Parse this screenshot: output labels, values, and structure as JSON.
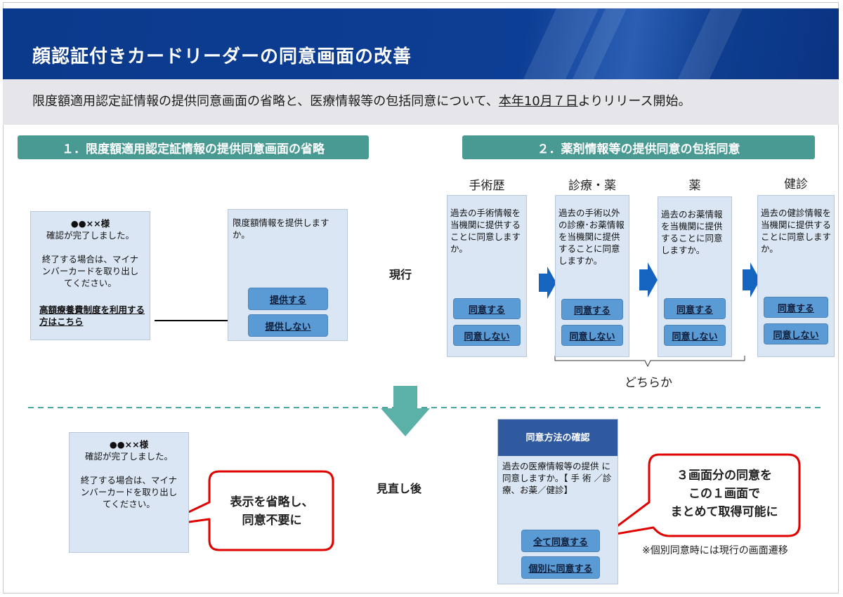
{
  "title": "顔認証付きカードリーダーの同意画面の改善",
  "subtitle": {
    "prefix": "限度額適用認定証情報の提供同意画面の省略と、医療情報等の包括同意について、",
    "date": "本年10月７日",
    "suffix": "よりリリース開始。"
  },
  "section1": {
    "label": "１．限度額適用認定証情報の提供同意画面の省略",
    "current_screen": {
      "name": "●●××様",
      "line1": "確認が完了しました。",
      "line2": "終了する場合は、マイナンバーカードを取り出してください。",
      "link": "高額療養費制度を利用する方はこちら"
    },
    "limit_screen": {
      "text": "限度額情報を提供しますか。",
      "provide": "提供する",
      "no_provide": "提供しない"
    }
  },
  "section2": {
    "label": "２．薬剤情報等の提供同意の包括同意",
    "columns": [
      {
        "head": "手術歴",
        "text": "過去の手術情報を当機関に提供することに同意しますか。"
      },
      {
        "head": "診療・薬",
        "text": "過去の手術以外の診療･お薬情報を当機関に提供することに同意しますか。"
      },
      {
        "head": "薬",
        "text": "過去のお薬情報を当機関に提供することに同意しますか。"
      },
      {
        "head": "健診",
        "text": "過去の健診情報を当機関に提供することに同意しますか。"
      }
    ],
    "agree": "同意する",
    "disagree": "同意しない",
    "either": "どちらか"
  },
  "labels": {
    "current": "現行",
    "revised": "見直し後"
  },
  "after": {
    "screen": {
      "name": "●●××様",
      "line1": "確認が完了しました。",
      "line2": "終了する場合は、マイナンバーカードを取り出してください。"
    },
    "callout_left": {
      "line1": "表示を省略し、",
      "line2": "同意不要に"
    },
    "consent_screen": {
      "header": "同意方法の確認",
      "text": "過去の医療情報等の提供 に同意しますか。【 手 術 ／診療、お薬／健診】",
      "all": "全て同意する",
      "individual": "個別に同意する"
    },
    "callout_right": {
      "line1": "３画面分の同意を",
      "line2": "この１画面で",
      "line3": "まとめて取得可能に"
    },
    "note": "※個別同意時には現行の画面遷移"
  },
  "colors": {
    "header_blue": "#0d3e95",
    "teal": "#4a9a94",
    "screen_bg": "#dbe6f4",
    "button": "#5b9bd5",
    "callout_border": "#e00000",
    "arrow_blue": "#1565c0"
  }
}
